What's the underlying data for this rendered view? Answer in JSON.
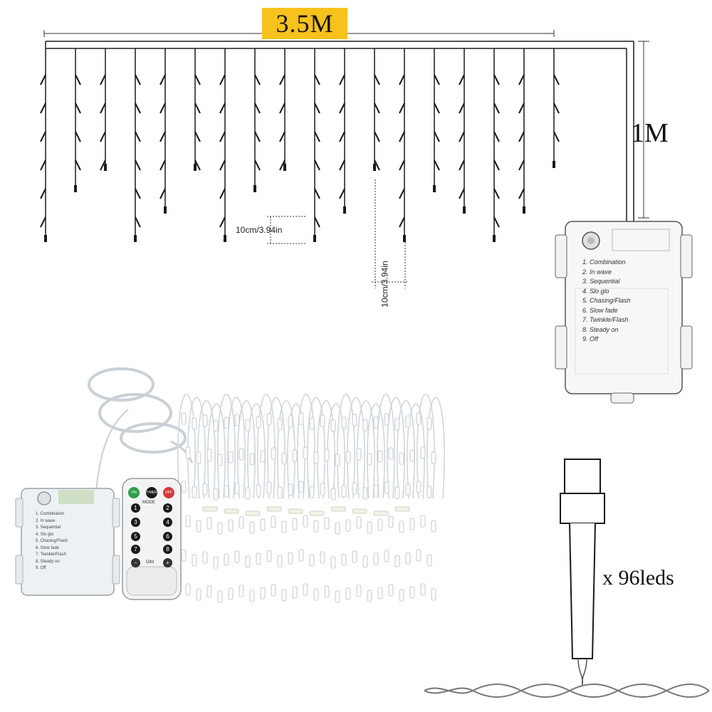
{
  "diagram": {
    "width_label": "3.5M",
    "height_label": "1M",
    "spacing_label_horizontal": "10cm/3.94in",
    "spacing_label_vertical": "10cm/3.94in",
    "led_count_label": "x 96leds",
    "icicle_count": 18
  },
  "controller_box": {
    "modes": [
      "1. Combination",
      "2. In wave",
      "3. Sequential",
      "4. Slo glo",
      "5. Chasing/Flash",
      "6. Slow fade",
      "7. Twinkle/Flash",
      "8. Steady on",
      "9. Off"
    ]
  },
  "photo_box": {
    "modes": [
      "1. Combination",
      "2. In wave",
      "3. Sequential",
      "4. Slo glo",
      "5. Chasing/Flash",
      "6. Slow fade",
      "7. Twinkle/Flash",
      "8. Steady on",
      "9. Off"
    ]
  },
  "remote": {
    "on_label": "ON",
    "timer_label": "TIMER",
    "off_label": "OFF",
    "mode_label": "MODE",
    "keys": [
      "1",
      "2",
      "3",
      "4",
      "5",
      "6",
      "7",
      "8"
    ],
    "dim_label": "DIM",
    "minus_label": "−",
    "plus_label": "+"
  },
  "colors": {
    "badge": "#f6c21b",
    "line": "#1a1a1a",
    "remote_on": "#2e9e4a",
    "remote_off": "#d33a3a"
  }
}
